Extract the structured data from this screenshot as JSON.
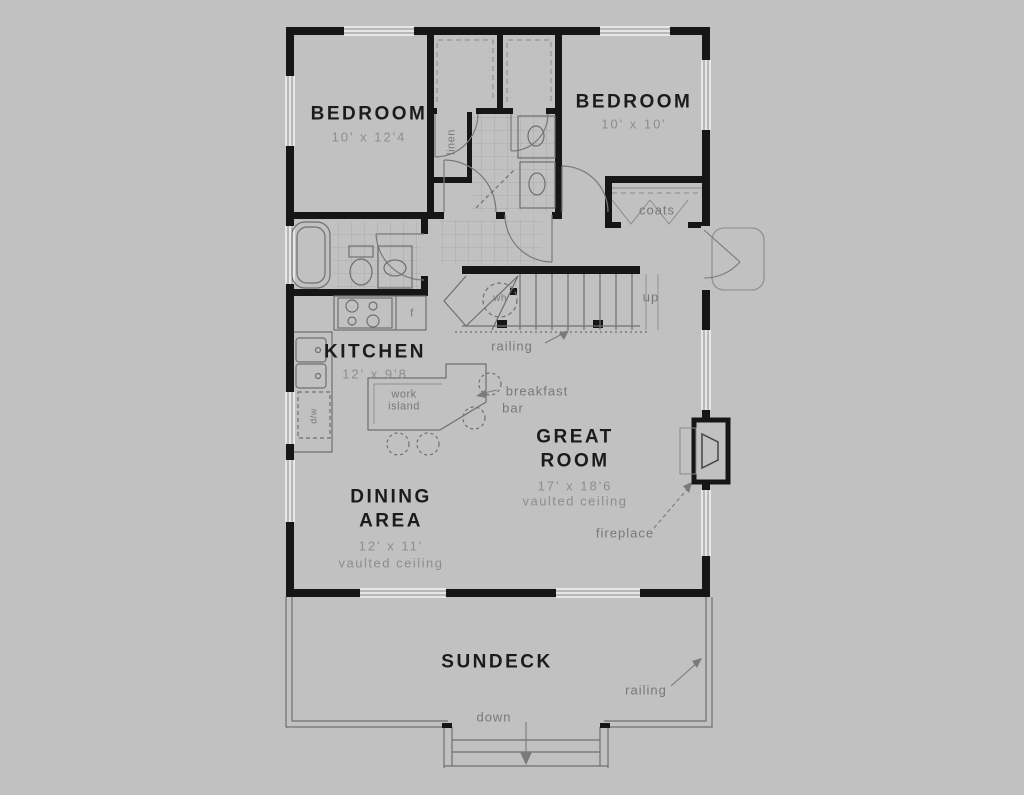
{
  "title": "house floor plan - main level",
  "colors": {
    "background": "#c1c1c1",
    "wall": "#161616",
    "thin_line": "#6f6f6f",
    "room_text": "#1b1b1b",
    "dim_text": "#8d8d8d"
  },
  "rooms": {
    "bedroom_left": {
      "name": "BEDROOM",
      "dims": "10' x 12'4"
    },
    "bedroom_right": {
      "name": "BEDROOM",
      "dims": "10' x 10'"
    },
    "kitchen": {
      "name": "KITCHEN",
      "dims": "12' x 9'8"
    },
    "dining_area": {
      "line1": "DINING",
      "line2": "AREA",
      "dims": "12' x 11'",
      "note": "vaulted ceiling"
    },
    "great_room": {
      "line1": "GREAT",
      "line2": "ROOM",
      "dims": "17' x 18'6",
      "note": "vaulted ceiling"
    },
    "sundeck": {
      "name": "SUNDECK"
    }
  },
  "annotations": {
    "coats": "coats",
    "linen": "linen",
    "water_heater": "wh",
    "up": "up",
    "stair_railing": "railing",
    "work_island": {
      "line1": "work",
      "line2": "island"
    },
    "breakfast_bar": {
      "line1": "breakfast",
      "line2": "bar"
    },
    "fireplace": "fireplace",
    "deck_railing": "railing",
    "down": "down",
    "dishwasher": "d/w",
    "fridge": "f"
  }
}
